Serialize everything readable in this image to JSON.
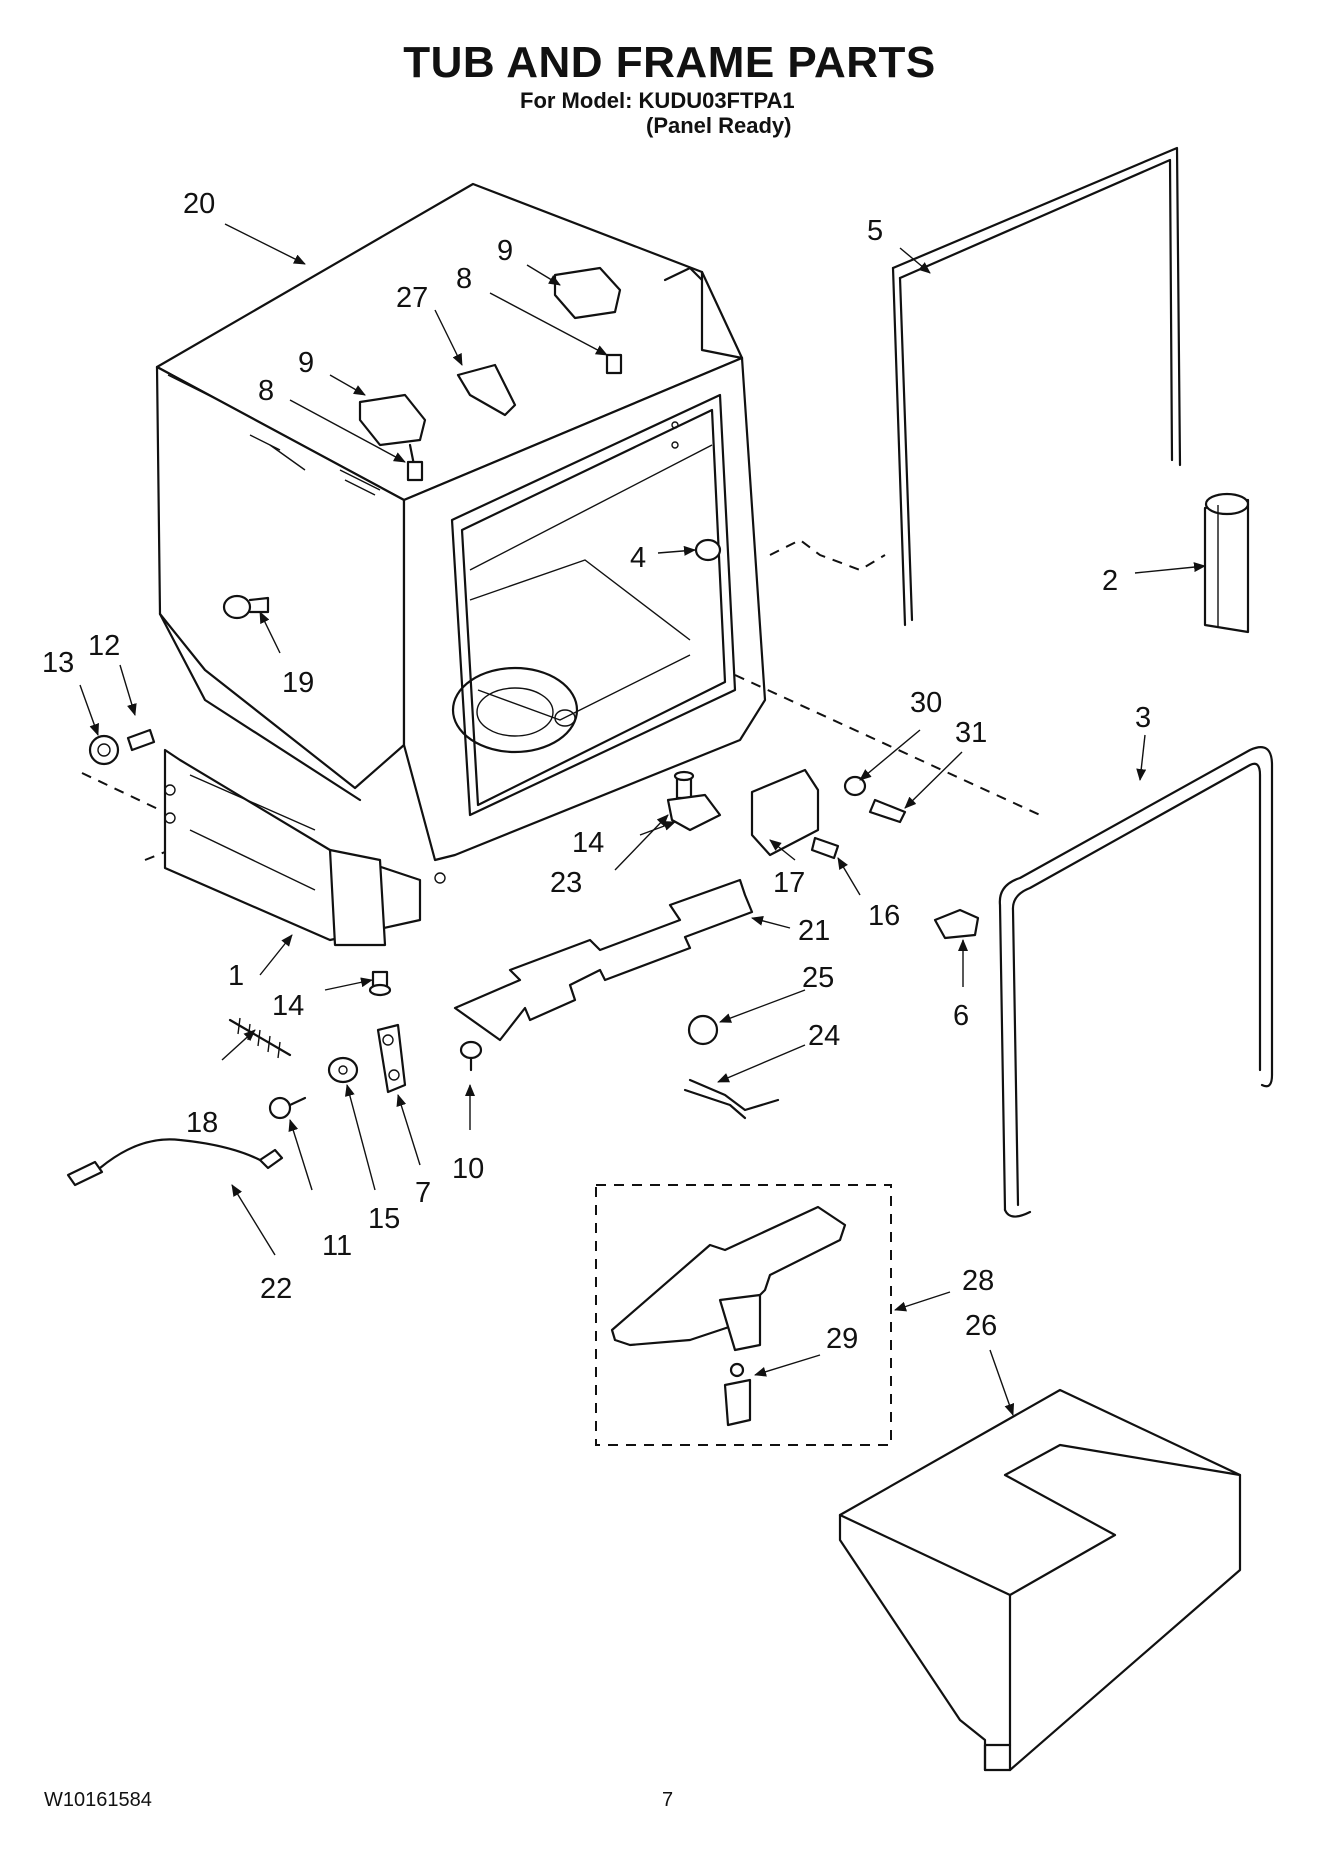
{
  "header": {
    "title": "TUB AND FRAME PARTS",
    "model_line": "For Model: KUDU03FTPA1",
    "variant_line": "(Panel Ready)"
  },
  "footer": {
    "doc_number": "W10161584",
    "page_number": "7"
  },
  "callouts": [
    {
      "id": "c1",
      "label": "1"
    },
    {
      "id": "c2",
      "label": "2"
    },
    {
      "id": "c3",
      "label": "3"
    },
    {
      "id": "c4",
      "label": "4"
    },
    {
      "id": "c5",
      "label": "5"
    },
    {
      "id": "c6",
      "label": "6"
    },
    {
      "id": "c7",
      "label": "7"
    },
    {
      "id": "c8a",
      "label": "8"
    },
    {
      "id": "c8b",
      "label": "8"
    },
    {
      "id": "c9a",
      "label": "9"
    },
    {
      "id": "c9b",
      "label": "9"
    },
    {
      "id": "c10",
      "label": "10"
    },
    {
      "id": "c11",
      "label": "11"
    },
    {
      "id": "c12",
      "label": "12"
    },
    {
      "id": "c13",
      "label": "13"
    },
    {
      "id": "c14a",
      "label": "14"
    },
    {
      "id": "c14b",
      "label": "14"
    },
    {
      "id": "c15",
      "label": "15"
    },
    {
      "id": "c16",
      "label": "16"
    },
    {
      "id": "c17",
      "label": "17"
    },
    {
      "id": "c18",
      "label": "18"
    },
    {
      "id": "c19",
      "label": "19"
    },
    {
      "id": "c20",
      "label": "20"
    },
    {
      "id": "c21",
      "label": "21"
    },
    {
      "id": "c22",
      "label": "22"
    },
    {
      "id": "c23",
      "label": "23"
    },
    {
      "id": "c24",
      "label": "24"
    },
    {
      "id": "c25",
      "label": "25"
    },
    {
      "id": "c26",
      "label": "26"
    },
    {
      "id": "c27",
      "label": "27"
    },
    {
      "id": "c28",
      "label": "28"
    },
    {
      "id": "c29",
      "label": "29"
    },
    {
      "id": "c30",
      "label": "30"
    },
    {
      "id": "c31",
      "label": "31"
    }
  ]
}
